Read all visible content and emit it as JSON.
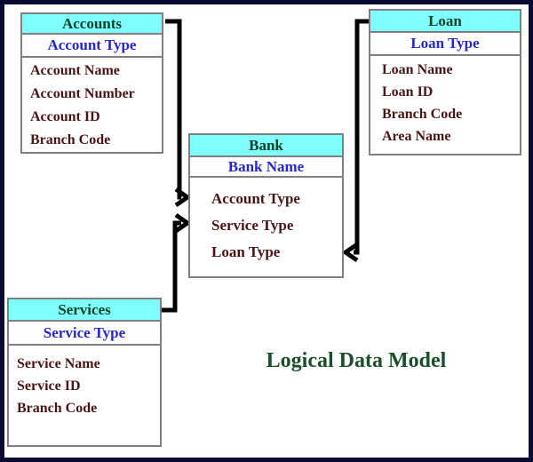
{
  "title": "Logical Data Model",
  "entities": {
    "accounts": {
      "name": "Accounts",
      "key": "Account Type",
      "attributes": [
        "Account Name",
        "Account Number",
        "Account ID",
        "Branch Code"
      ]
    },
    "loan": {
      "name": "Loan",
      "key": "Loan Type",
      "attributes": [
        "Loan Name",
        "Loan ID",
        "Branch Code",
        "Area Name"
      ]
    },
    "bank": {
      "name": "Bank",
      "key": "Bank Name",
      "attributes": [
        "Account Type",
        "Service Type",
        "Loan Type"
      ]
    },
    "services": {
      "name": "Services",
      "key": "Service Type",
      "attributes": [
        "Service Name",
        "Service ID",
        "Branch Code"
      ]
    }
  },
  "relationships": [
    "Accounts to Bank",
    "Services to Bank",
    "Loan to Bank"
  ],
  "colors": {
    "entity_header_bg": "#80ffff",
    "entity_header_text": "#054228",
    "key_attribute_text": "#2727c9",
    "attribute_text": "#4a1414",
    "title_text": "#1a4f2a",
    "box_border": "#7f7f7f",
    "outer_frame": "#0a0a33",
    "connector": "#000000",
    "background": "#ffffff"
  }
}
